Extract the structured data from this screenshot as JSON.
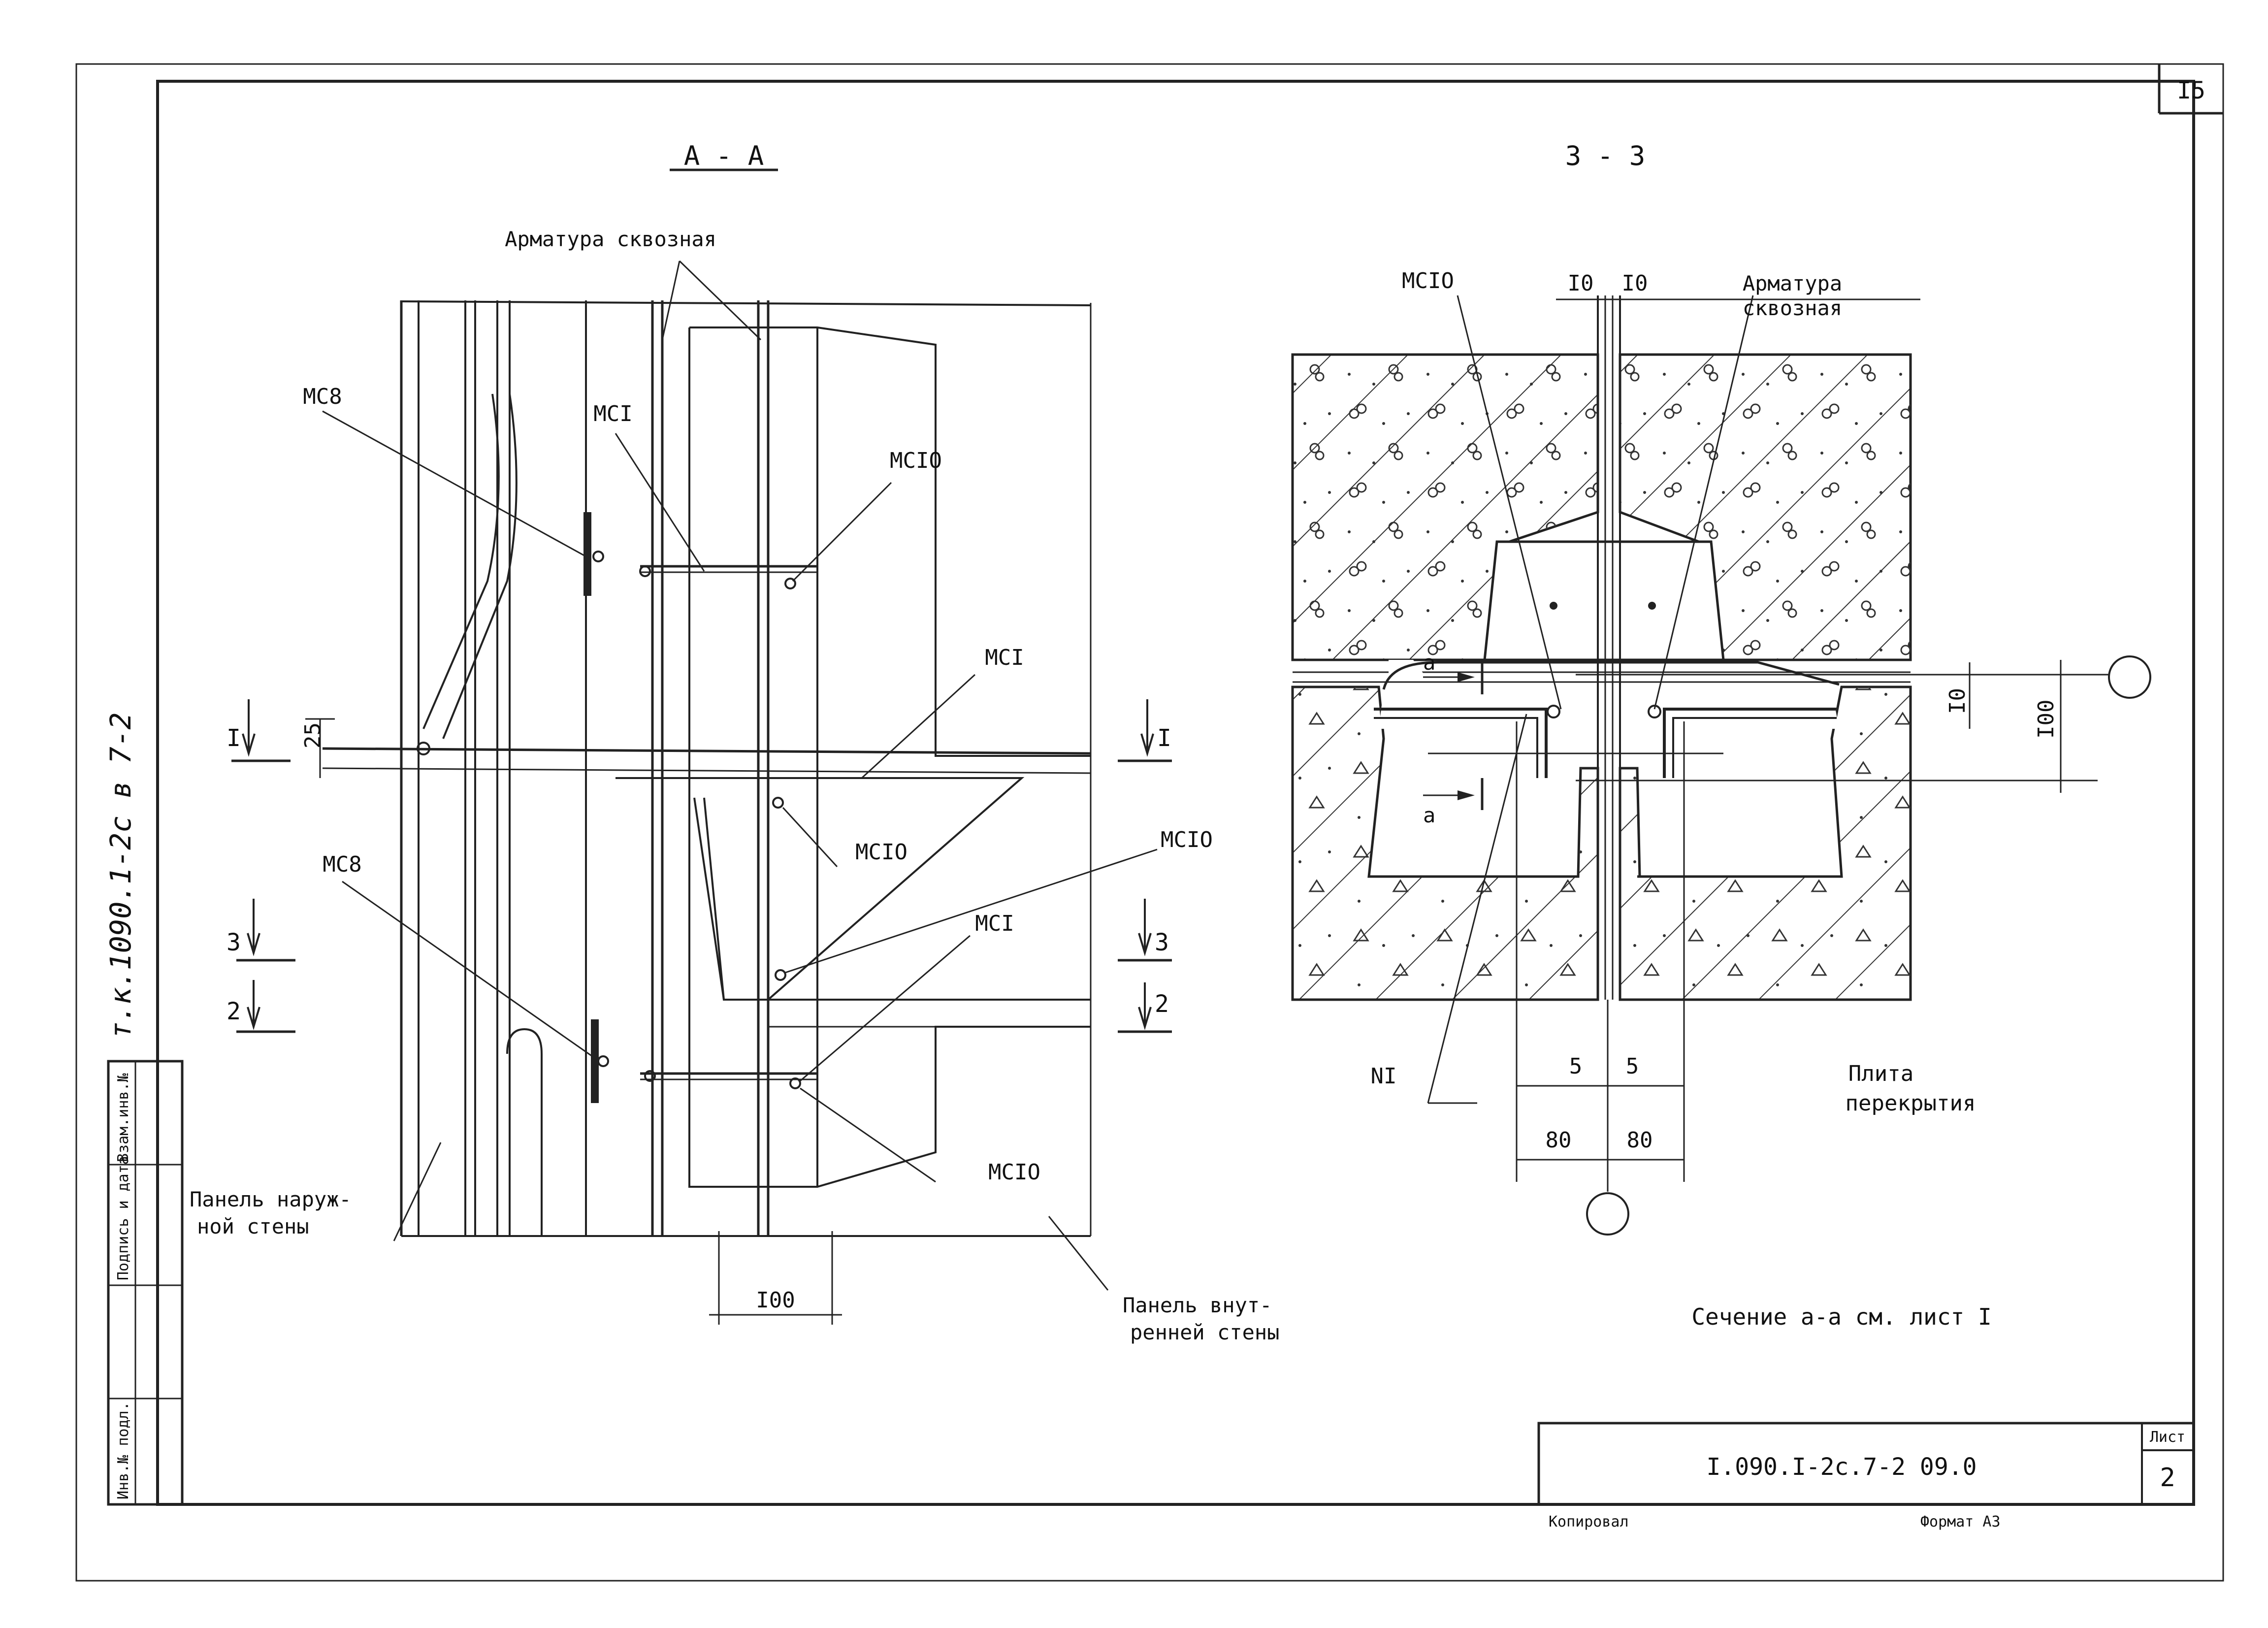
{
  "sheet": {
    "sheet_no": "I5",
    "code": "I.090.I-2c.7-2 09.0",
    "list_label": "Лист",
    "list_no": "2",
    "copied": "Копировал",
    "format": "Формат А3",
    "side_note": "т.к.1090.1-2с в 7-2",
    "stamp": [
      "Инв.№ подл.",
      "Подпись и дата",
      "Взам.инв.№"
    ]
  },
  "section_aa": {
    "title": "А - А",
    "rebar": "Арматура сквозная",
    "mc8_top": "МС8",
    "mc8_bot": "МС8",
    "mci_top": "МСI",
    "mci_mid": "МСI",
    "mci_bot": "МСI",
    "mcio_1": "МСIO",
    "mcio_2": "МСIO",
    "mcio_3": "МСIO",
    "mcio_4": "МСIO",
    "cut_1_l": "I",
    "cut_1_r": "I",
    "cut_3_l": "3",
    "cut_3_r": "3",
    "cut_2_l": "2",
    "cut_2_r": "2",
    "dim_25": "25",
    "dim_100": "I00",
    "outer_panel": [
      "Панель наруж-",
      "ной стены"
    ],
    "inner_panel": [
      "Панель внут-",
      "ренней стены"
    ]
  },
  "section_33": {
    "title": "3 - 3",
    "mcio": "МСIO",
    "rebar": [
      "Арматура",
      "сквозная"
    ],
    "dim_10_l": "I0",
    "dim_10_r": "I0",
    "dim_10_v": "I0",
    "dim_100_v": "I00",
    "dim_5_l": "5",
    "dim_5_r": "5",
    "dim_80_l": "80",
    "dim_80_r": "80",
    "mark_a_1": "а",
    "mark_a_2": "а",
    "n1": "NI",
    "slab": [
      "Плита",
      "перекрытия"
    ],
    "section_note": "Сечение а-а см. лист I"
  }
}
